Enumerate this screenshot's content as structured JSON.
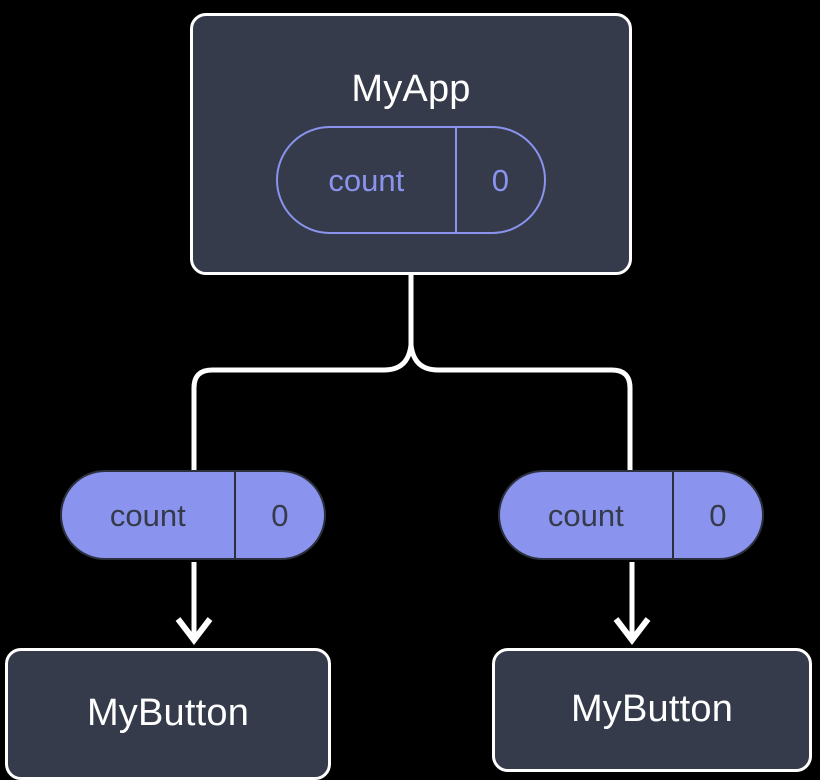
{
  "diagram": {
    "type": "component-tree",
    "background_color": "#000000",
    "palette": {
      "node_fill": "#353b4a",
      "node_border": "#ffffff",
      "node_label": "#ffffff",
      "pill_accent": "#8a93ed",
      "pill_filled_text": "#353b4a",
      "connector": "#ffffff"
    },
    "root": {
      "title": "MyApp",
      "state_pill": {
        "key": "count",
        "value": "0",
        "style": "outlined"
      }
    },
    "children": [
      {
        "prop_pill": {
          "key": "count",
          "value": "0",
          "style": "filled"
        },
        "title": "MyButton"
      },
      {
        "prop_pill": {
          "key": "count",
          "value": "0",
          "style": "filled"
        },
        "title": "MyButton"
      }
    ],
    "connectors": {
      "trunk": "vertical line from MyApp down to fork",
      "fork": "splits left and right with rounded elbows",
      "arrows": "downward arrows from each prop pill into its MyButton"
    }
  }
}
